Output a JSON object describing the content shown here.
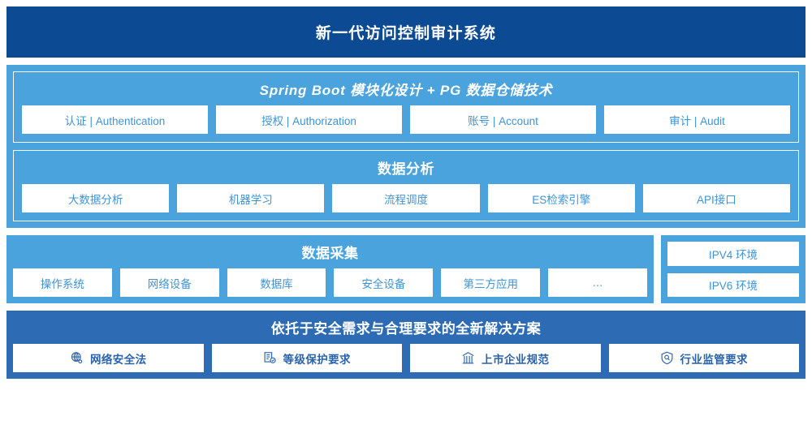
{
  "header": {
    "title": "新一代访问控制审计系统"
  },
  "application_layer": {
    "title": "Spring Boot 模块化设计 + PG 数据仓储技术",
    "cards": [
      {
        "label": "认证 | Authentication"
      },
      {
        "label": "授权 | Authorization"
      },
      {
        "label": "账号 | Account"
      },
      {
        "label": "审计 | Audit"
      }
    ]
  },
  "analysis_layer": {
    "title": "数据分析",
    "cards": [
      {
        "label": "大数据分析"
      },
      {
        "label": "机器学习"
      },
      {
        "label": "流程调度"
      },
      {
        "label": "ES检索引擎"
      },
      {
        "label": "API接口"
      }
    ]
  },
  "collection_layer": {
    "title": "数据采集",
    "cards": [
      {
        "label": "操作系统"
      },
      {
        "label": "网络设备"
      },
      {
        "label": "数据库"
      },
      {
        "label": "安全设备"
      },
      {
        "label": "第三方应用"
      },
      {
        "label": "…"
      }
    ],
    "environments": [
      {
        "label": "IPV4 环境"
      },
      {
        "label": "IPV6 环境"
      }
    ]
  },
  "compliance_layer": {
    "title": "依托于安全需求与合理要求的全新解决方案",
    "cards": [
      {
        "label": "网络安全法",
        "icon": "globe-network-icon"
      },
      {
        "label": "等级保护要求",
        "icon": "document-check-icon"
      },
      {
        "label": "上市企业规范",
        "icon": "bank-building-icon"
      },
      {
        "label": "行业监管要求",
        "icon": "shield-search-icon"
      }
    ]
  },
  "colors": {
    "header_blue": "#0c4a93",
    "panel_blue": "#4ba3dd",
    "compliance_blue": "#2d6bb4",
    "card_text_blue": "#3f93d4",
    "compliance_text_blue": "#2a62ab",
    "card_background": "#ffffff"
  }
}
